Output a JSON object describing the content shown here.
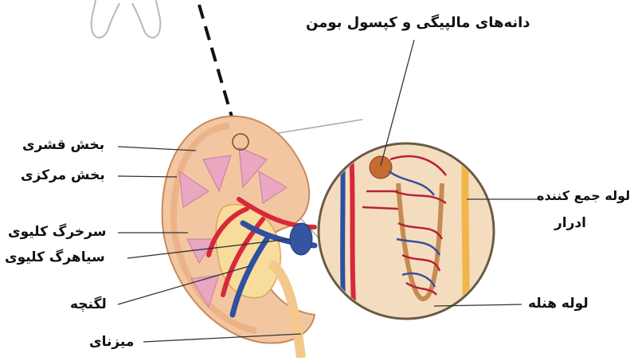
{
  "labels": {
    "malpighi": "دانه‌های مالپیگی و کپسول بومن",
    "cortex": "بخش قشری",
    "medulla": "بخش مرکزی",
    "renal_artery": "سرخرگ کلیوی",
    "renal_vein": "سیاهرگ کلیوی",
    "pelvis": "لگنچه",
    "ureter": "میزنای",
    "collecting_duct_line1": "لوله جمع کننده",
    "collecting_duct_line2": "ادرار",
    "henle": "لوله هنله"
  },
  "colors": {
    "cortex": "#f3c6a2",
    "medulla": "#e9a7c1",
    "artery": "#d8283a",
    "vein": "#2f4fa0",
    "ureter": "#f2c98a",
    "leader": "#333333"
  }
}
